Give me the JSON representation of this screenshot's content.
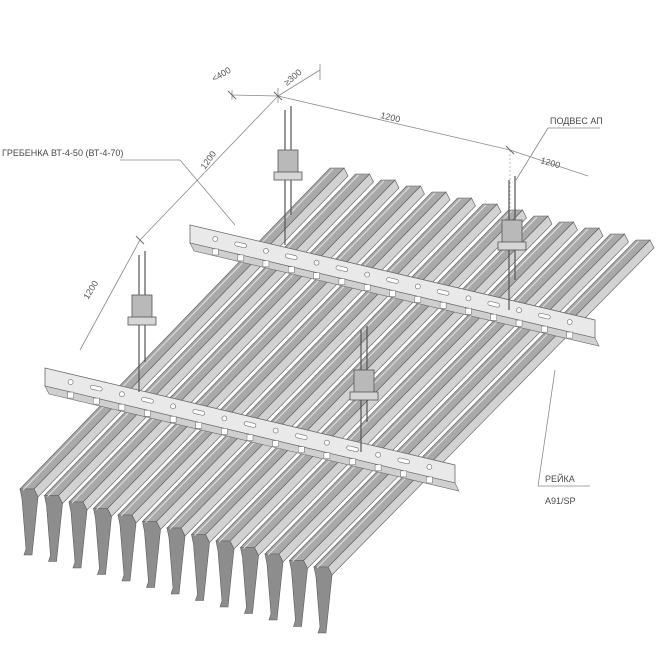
{
  "labels": {
    "comb": "ГРЕБЕНКА ВТ-4-50 (ВТ-4-70)",
    "hanger": "ПОДВЕС АП",
    "rail": "РЕЙКА",
    "rail_code": "A91/SP"
  },
  "dimensions": {
    "offset_short": "<400",
    "offset_step": "≥300",
    "span_top": "1200",
    "span_right": "1200",
    "span_left_upper": "1200",
    "span_left_lower": "1200"
  },
  "colors": {
    "rail_face": "#a9a9a9",
    "rail_side": "#d2d2d2",
    "rail_edge": "#5c5c5c",
    "comb": "#e9e9e9",
    "comb_edge": "#6a6a6a",
    "hanger": "#b9b9b9",
    "dim_line": "#8a8a8a"
  },
  "counts": {
    "rails": 13
  }
}
